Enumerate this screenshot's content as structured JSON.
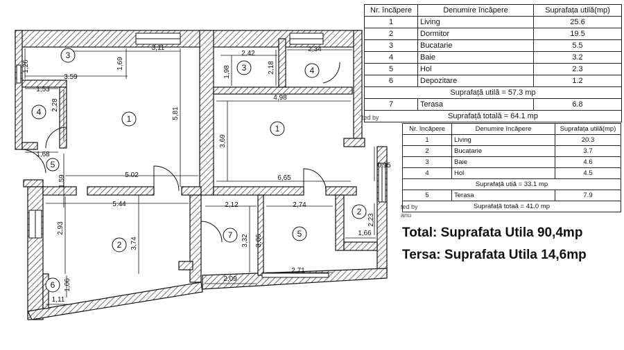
{
  "apartment_table": {
    "headers": [
      "Nr. încăpere",
      "Denumire încăpere",
      "Suprafața utilă(mp)"
    ],
    "rows": [
      [
        "1",
        "Living",
        "25.6"
      ],
      [
        "2",
        "Dormitor",
        "19.5"
      ],
      [
        "3",
        "Bucatarie",
        "5.5"
      ],
      [
        "4",
        "Baie",
        "3.2"
      ],
      [
        "5",
        "Hol",
        "2.3"
      ],
      [
        "6",
        "Depozitare",
        "1.2"
      ]
    ],
    "useful_total": "Suprafață utilă = 57.3 mp",
    "terrace_row": [
      "7",
      "Terasa",
      "6.8"
    ],
    "grand_total": "Suprafață totală = 64.1 mp"
  },
  "studio_table": {
    "headers": [
      "Nr. încăpere",
      "Denumire încăpere",
      "Suprafața utilă(mp)"
    ],
    "rows": [
      [
        "1",
        "Living",
        "20.3"
      ],
      [
        "2",
        "Bucatarie",
        "3.7"
      ],
      [
        "3",
        "Baie",
        "4.6"
      ],
      [
        "4",
        "Hol",
        "4.5"
      ]
    ],
    "useful_total": "Suprafață utiă = 33.1 mp",
    "terrace_row": [
      "5",
      "Terasa",
      "7.9"
    ],
    "grand_total": "Suprafață totaă = 41.0 mp"
  },
  "totals": {
    "useful": "Total: Suprafata Utila 90,4mp",
    "terrace": "Tersa: Suprafata Utila 14,6mp"
  },
  "plan": {
    "rooms_left": [
      "1",
      "2",
      "3",
      "4",
      "5",
      "6"
    ],
    "rooms_right": [
      "1",
      "2",
      "3",
      "4",
      "5",
      "7"
    ],
    "dimensions": {
      "d311": "3,11",
      "d169": "1,69",
      "d126": "1,26",
      "d359": "3.59",
      "d153": "1,53",
      "d228": "2,28",
      "d168": "1,68",
      "d159": "1,59",
      "d581": "5,81",
      "d502": "5.02",
      "d544": "5.44",
      "d374": "3,74",
      "d293": "2,93",
      "d106": "1,06",
      "d111": "1,11",
      "d242": "2.42",
      "d198": "1,98",
      "d218": "2,18",
      "d234": "2,34",
      "d498": "4,98",
      "d369": "3,69",
      "d665": "6,65",
      "d095": "0,95",
      "d212": "2,12",
      "d274": "2,74",
      "d332": "3,32",
      "d306": "3,06",
      "d223": "2,23",
      "d166": "1,66",
      "d209": "2,09",
      "d271": "2,71"
    }
  },
  "scribbles": {
    "t1": "ted by",
    "t2": "ted by",
    "t3": "anu"
  }
}
